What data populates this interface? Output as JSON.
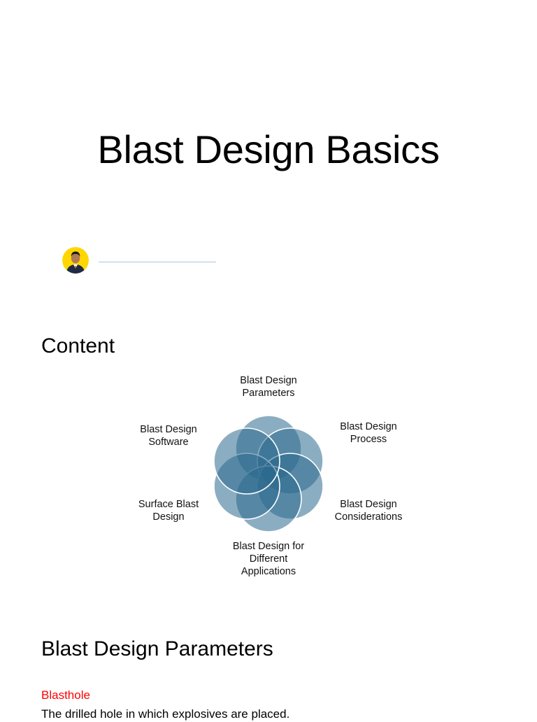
{
  "document": {
    "title": "Blast Design Basics"
  },
  "author": {
    "avatar_icon": "person-avatar-icon",
    "avatar_bg": "#ffd700"
  },
  "content_section": {
    "heading": "Content",
    "items": [
      "Blast Design Parameters",
      "Blast Design Process",
      "Blast Design Considerations",
      "Blast Design for Different Applications",
      "Surface Blast Design",
      "Blast Design Software"
    ],
    "circle_color": "#2c6a8e"
  },
  "parameters_section": {
    "heading": "Blast Design Parameters",
    "term": "Blasthole",
    "term_color": "#ff0000",
    "definition": "The drilled hole in which explosives are placed."
  }
}
